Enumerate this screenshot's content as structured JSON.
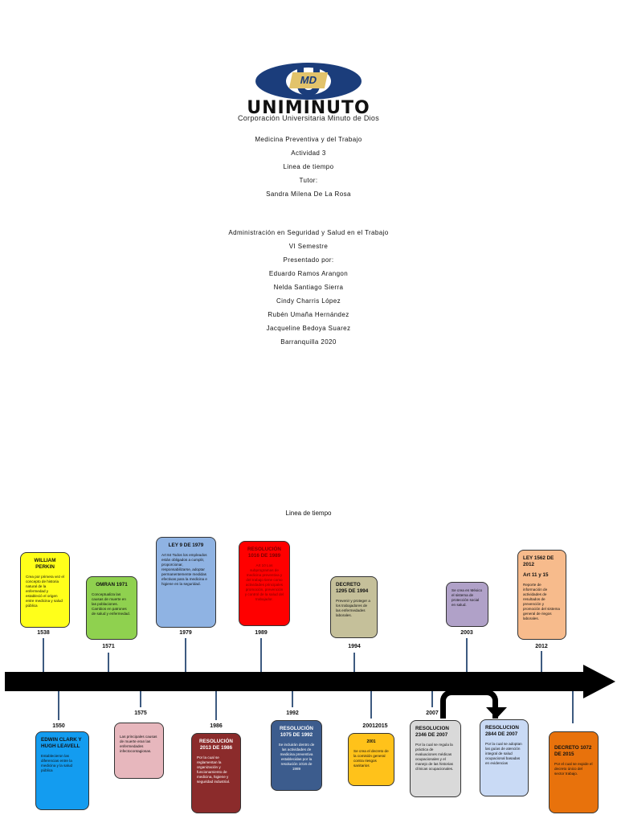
{
  "logo": {
    "emblem_text": "MD",
    "wordmark": "UNIMINUTO",
    "subtitle": "Corporación Universitaria Minuto de Dios"
  },
  "cover_block_1": [
    "Medicina Preventiva y del Trabajo",
    "Actividad 3",
    "Linea de tiempo",
    "Tutor:",
    "Sandra Milena De La Rosa"
  ],
  "cover_block_2": [
    "Administración en Seguridad y Salud en el Trabajo",
    "VI Semestre",
    "Presentado por:",
    "Eduardo Ramos Arangon",
    "Nelda Santiago Sierra",
    "Cindy Charris López",
    "Rubén Umaña Hernández",
    "Jacqueline Bedoya Suarez",
    "Barranquilla 2020"
  ],
  "timeline": {
    "title": "Linea de tiempo",
    "colors": {
      "yellow": "#ffff1a",
      "green": "#8fd14f",
      "light_blue": "#8fb3e3",
      "red": "#ff0000",
      "khaki": "#c5c09a",
      "lavender": "#b0a1c8",
      "peach": "#f7bb8c",
      "blue": "#139cf0",
      "pink": "#e7b7bd",
      "dark_red": "#8b2b2b",
      "navy": "#3c5c8d",
      "amber": "#ffc21a",
      "grey": "#d9d9d9",
      "pale_blue": "#c9daf5",
      "orange": "#e8720c"
    },
    "years": {
      "y1538": "1538",
      "y1550": "1550",
      "y1571": "1571",
      "y1575": "1575",
      "y1979": "1979",
      "y1986": "1986",
      "y1989": "1989",
      "y1992": "1992",
      "y1994": "1994",
      "y2001_2015": "20012015",
      "y2007": "2007",
      "y2003": "2003",
      "y2012": "2012"
    },
    "top_cards": {
      "perkin": {
        "title": "WILLIAM PERKIN",
        "body": "Crea por primera vez el concepto de historia natural de la enfermedad y estableció el origen entre medicina y salud pública"
      },
      "omran": {
        "title": "OMRAN 1971",
        "body": "Conceptualiza las causas de muerte en las poblaciones. Cambios en patrones de salud y enfermedad."
      },
      "ley9": {
        "title": "LEY 9 DE 1979",
        "body": "Art 84 Todos los empleados están obligados a cumplir, proporcionar, responsabilizarse, adoptar permanentemente medidas efectivas para la medicina e higiene en la seguridad."
      },
      "res1016": {
        "title": "RESOLUCIÓN 1016 DE 1989",
        "body": "Art 10 Los subprogramas de medicina preventiva y del trabajo tiene como actividades principales promoción, prevención y control de la salud del trabajador."
      },
      "decreto1295": {
        "title": "DECRETO 1295 DE 1994",
        "body": "Prevenir y proteger a los trabajadores de las enfermedades laborales."
      },
      "y2003": {
        "title": "",
        "body": "Se crea en México el sistema de protección social en salud."
      },
      "ley1562": {
        "title": "LEY 1562 DE 2012",
        "subtitle": "Art 11 y 15",
        "body": "Reporte de información de actividades de resultados de prevención y promoción del sistema general de riegos laborales."
      }
    },
    "bottom_cards": {
      "clark": {
        "title": "EDWIN CLARK Y HUGH LEAVELL",
        "body": "Establecieron las diferencias entre la medicina y la salud pública"
      },
      "y1975": {
        "title": "",
        "body": "Las principales causas de muerte eran las enfermedades infectocontagiosas."
      },
      "res2013": {
        "title": "RESOLUCIÓN 2013 DE 1986",
        "body": "Por la cual se reglamentan la organización y funcionamiento de medicina, higiene y seguridad industrial."
      },
      "res1075": {
        "title": "RESOLUCIÓN 1075 DE 1992",
        "body": "Se incluirán dentro de las actividades de medicina preventiva establecidas por la resolución 1016 de 1989"
      },
      "y2001": {
        "title": "2001",
        "body": "Se crea el decreto de la comisión general contra riesgos sanitarios"
      },
      "res2346": {
        "title": "RESOLUCION 2346 DE 2007",
        "body": "Por la cual se regula la práctica de evaluaciones médicas ocupacionales y el manejo de las historias clínicas ocupacionales."
      },
      "res2844": {
        "title": "RESOLUCION 2844 DE 2007",
        "body": "Por la cual se adoptan las guías de atención integral de salud ocupacional basadas en evidencias"
      },
      "decreto1072": {
        "title": "DECRETO 1072 DE 2015",
        "body": "Por el cual se expide el decreto único del sector trabajo."
      }
    }
  }
}
